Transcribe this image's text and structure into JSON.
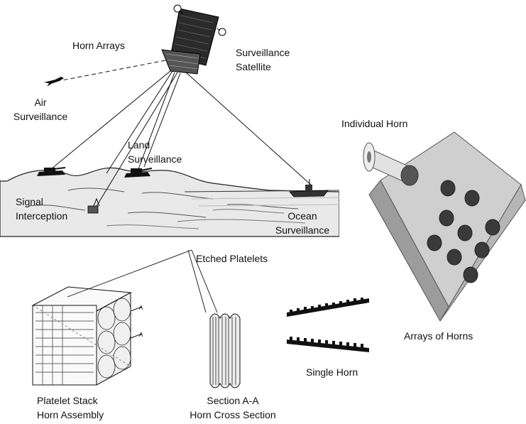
{
  "labels": {
    "horn_arrays": "Horn Arrays",
    "surveillance_satellite": [
      "Surveillance",
      "Satellite"
    ],
    "air_surveillance": [
      "Air",
      "Surveillance"
    ],
    "land_surveillance": [
      "Land",
      "Surveillance"
    ],
    "signal_interception": [
      "Signal",
      "Interception"
    ],
    "ocean_surveillance": [
      "Ocean",
      "Surveillance"
    ],
    "individual_horn": "Individual Horn",
    "etched_platelets": "Etched Platelets",
    "arrays_of_horns": "Arrays of Horns",
    "single_horn": "Single Horn",
    "platelet_stack": [
      "Platelet Stack",
      "Horn Assembly"
    ],
    "section_aa": [
      "Section A-A",
      "Horn Cross Section"
    ],
    "section_marker": "A"
  },
  "colors": {
    "ink": "#111111",
    "metal_light": "#d6d6d6",
    "metal_mid": "#a9a9a9",
    "metal_dark": "#6e6e6e",
    "panel": "#f2f2f2"
  },
  "icons": {
    "satellite": "satellite-icon",
    "aircraft": "aircraft-icon",
    "tank": "tank-icon",
    "ship": "ship-icon",
    "ground_station": "ground-station-icon"
  }
}
